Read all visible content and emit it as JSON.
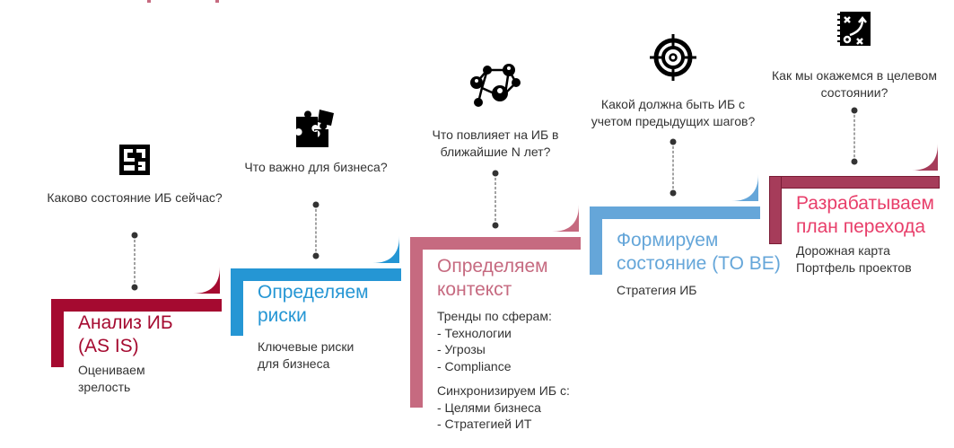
{
  "colors": {
    "step1": "#A50A30",
    "step2": "#2596D4",
    "step3": "#C66A80",
    "step4": "#65A6D9",
    "step5": "#A63C5A",
    "step5_title": "#E83E6A",
    "text": "#333333"
  },
  "steps": [
    {
      "icon": "maze-icon",
      "question": [
        "Каково состояние ИБ сейчас?"
      ],
      "title": [
        "Анализ ИБ",
        "(AS IS)"
      ],
      "details": [
        "Оцениваем",
        "зрелость"
      ]
    },
    {
      "icon": "puzzle-icon",
      "question": [
        "Что важно для бизнеса?"
      ],
      "title": [
        "Определяем",
        "риски"
      ],
      "details": [
        "Ключевые риски",
        "для бизнеса"
      ]
    },
    {
      "icon": "network-icon",
      "question": [
        "Что повлияет на ИБ в",
        "ближайшие N лет?"
      ],
      "title": [
        "Определяем",
        "контекст"
      ],
      "details": [
        "Тренды по сферам:",
        "- Технологии",
        "- Угрозы",
        "- Compliance",
        "Синхронизируем ИБ с:",
        "-   Целями бизнеса",
        "-   Стратегией ИТ"
      ]
    },
    {
      "icon": "target-icon",
      "question": [
        "Какой должна быть ИБ с",
        "учетом предыдущих шагов?"
      ],
      "title": [
        "Формируем",
        "состояние (TO BE)"
      ],
      "details": [
        "Стратегия ИБ"
      ]
    },
    {
      "icon": "strategy-map-icon",
      "question": [
        "Как мы окажемся в целевом",
        "состоянии?"
      ],
      "title": [
        "Разрабатываем",
        "план перехода"
      ],
      "details": [
        "Дорожная карта",
        "Портфель проектов"
      ]
    }
  ]
}
